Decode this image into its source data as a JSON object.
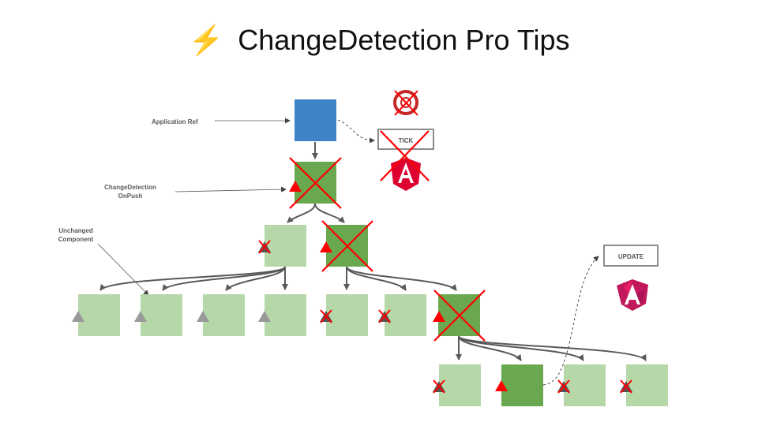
{
  "title": {
    "icon": "lightning-bolt-icon",
    "text": "ChangeDetection Pro Tips"
  },
  "labels": {
    "application_ref": "Application Ref",
    "cd_onpush_line1": "ChangeDetection",
    "cd_onpush_line2": "OnPush",
    "unchanged_line1": "Unchanged",
    "unchanged_line2": "Component",
    "tick": "TICK",
    "update": "UPDATE"
  },
  "icons": {
    "zone": "zone-icon",
    "angular": "angular-logo-icon",
    "angular_broken": "angular-broken-logo-icon"
  },
  "colors": {
    "app_ref": "#3d85c6",
    "onpush": "#6aa84f",
    "default": "#b6d7a8",
    "cross": "#ff0000",
    "marker_checked": "#ff0000",
    "marker_skipped": "#999999",
    "arrow": "#595959"
  }
}
